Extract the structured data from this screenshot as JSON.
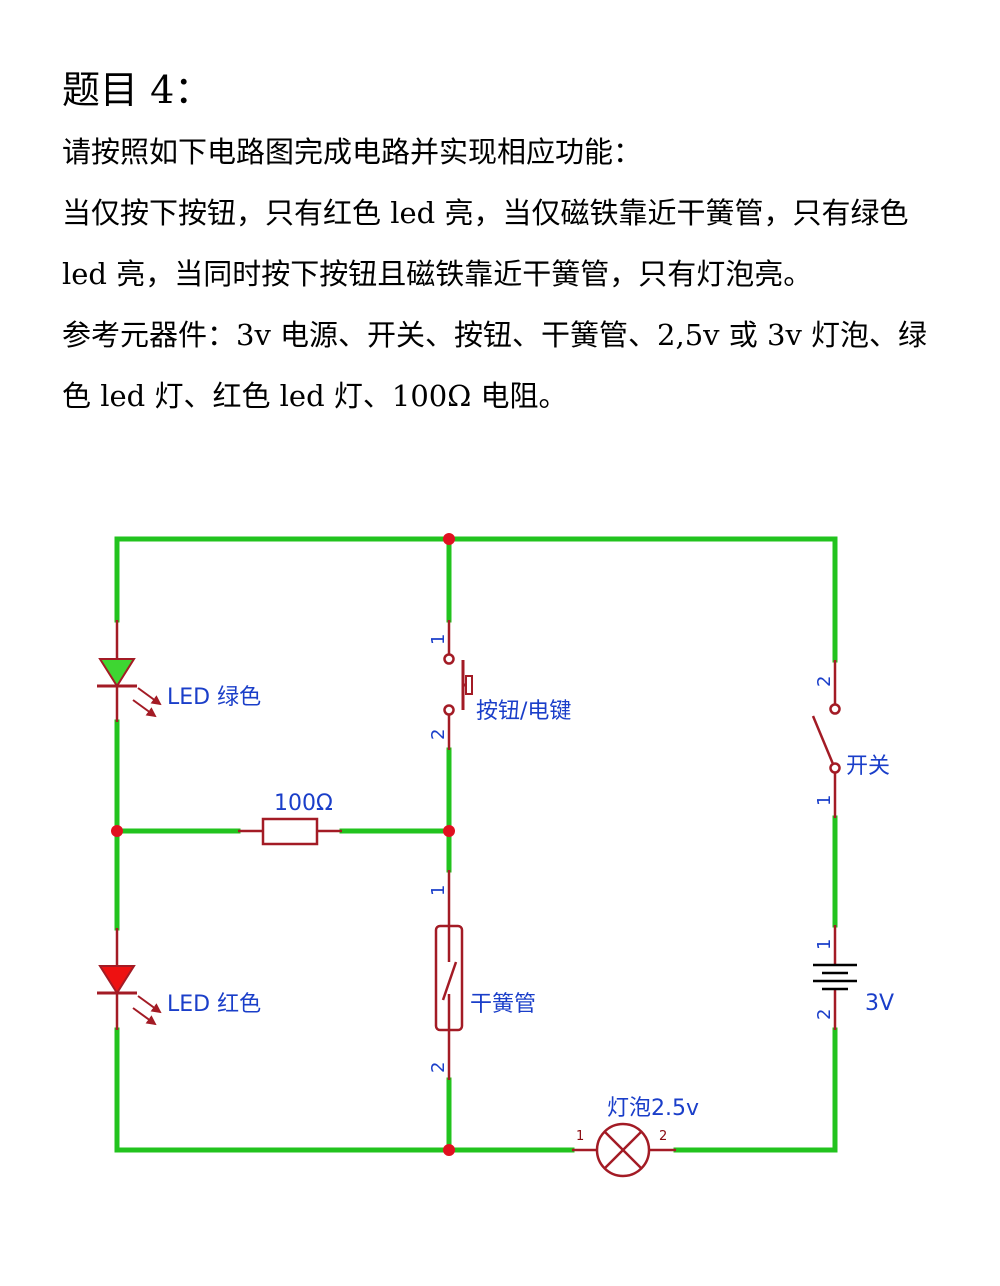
{
  "heading": "题目 4：",
  "paragraphs": [
    "请按照如下电路图完成电路并实现相应功能：",
    "当仅按下按钮，只有红色 led 亮，当仅磁铁靠近干簧管，只有绿色 led 亮，当同时按下按钮且磁铁靠近干簧管，只有灯泡亮。",
    "参考元器件：3v 电源、开关、按钮、干簧管、2,5v 或 3v 灯泡、绿色 led 灯、红色 led 灯、100Ω 电阻。"
  ],
  "circuit": {
    "colors": {
      "wire": "#22c31e",
      "component": "#a31b25",
      "label": "#1a3ec9",
      "junction": "#e01020",
      "led_green": "#3ed632",
      "led_red": "#ee1111"
    },
    "led_green_label": "LED 绿色",
    "led_red_label": "LED 红色",
    "resistor_label": "100Ω",
    "button_label": "按钮/电键",
    "button_pin1": "1",
    "button_pin2": "2",
    "reed_label": "干簧管",
    "reed_pin1": "1",
    "reed_pin2": "2",
    "switch_label": "开关",
    "switch_pin1": "1",
    "switch_pin2": "2",
    "battery_label": "3V",
    "battery_pin1": "1",
    "battery_pin2": "2",
    "lamp_label": "灯泡2.5v",
    "lamp_pin1": "1",
    "lamp_pin2": "2"
  }
}
